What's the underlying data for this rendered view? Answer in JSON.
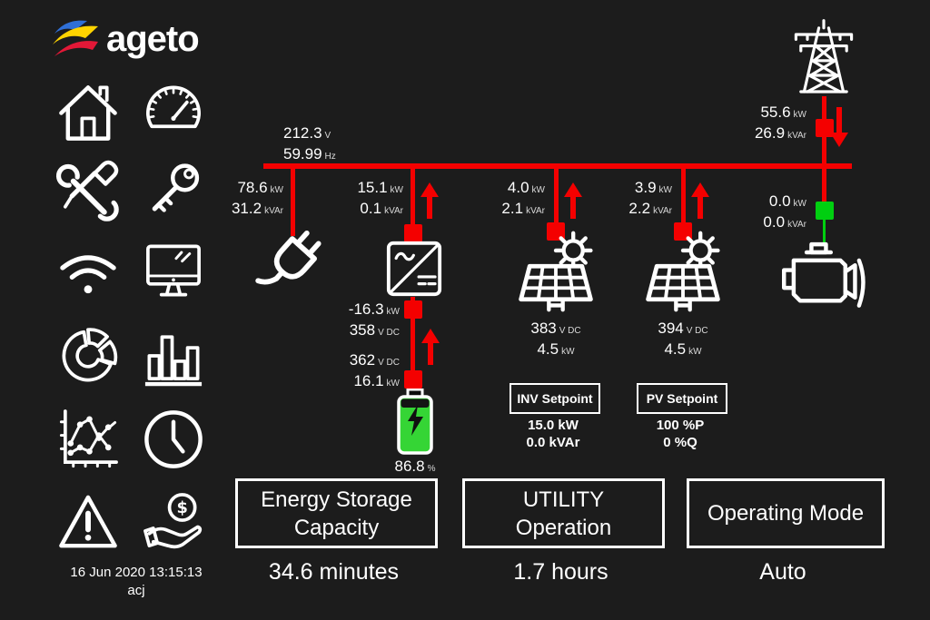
{
  "brand": {
    "name": "ageto"
  },
  "footer": {
    "timestamp": "16 Jun 2020 13:15:13",
    "user": "acj"
  },
  "sidebar": {
    "icons": [
      "home",
      "gauge",
      "tools",
      "key",
      "wifi",
      "monitor",
      "pie-chart",
      "bar-chart",
      "line-chart",
      "clock",
      "alarm",
      "revenue"
    ]
  },
  "diagram": {
    "bus": {
      "voltage": {
        "value": "212.3",
        "unit": "V"
      },
      "frequency": {
        "value": "59.99",
        "unit": "Hz"
      }
    },
    "load": {
      "p": {
        "value": "78.6",
        "unit": "kW"
      },
      "q": {
        "value": "31.2",
        "unit": "kVAr"
      },
      "icon": "plug-icon"
    },
    "inverter": {
      "p": {
        "value": "15.1",
        "unit": "kW"
      },
      "q": {
        "value": "0.1",
        "unit": "kVAr"
      },
      "dc_p_inv": {
        "value": "-16.3",
        "unit": "kW"
      },
      "dc_v_inv": {
        "value": "358",
        "unit": "V DC"
      },
      "dc_v_batt": {
        "value": "362",
        "unit": "V DC"
      },
      "dc_p_batt": {
        "value": "16.1",
        "unit": "kW"
      },
      "icon": "inverter-icon"
    },
    "battery": {
      "soc": {
        "value": "86.8",
        "unit": "%"
      },
      "icon": "battery-icon"
    },
    "pv1": {
      "p": {
        "value": "4.0",
        "unit": "kW"
      },
      "q": {
        "value": "2.1",
        "unit": "kVAr"
      },
      "vdc": {
        "value": "383",
        "unit": "V DC"
      },
      "pdc": {
        "value": "4.5",
        "unit": "kW"
      },
      "icon": "solar-panel-icon"
    },
    "pv2": {
      "p": {
        "value": "3.9",
        "unit": "kW"
      },
      "q": {
        "value": "2.2",
        "unit": "kVAr"
      },
      "vdc": {
        "value": "394",
        "unit": "V DC"
      },
      "pdc": {
        "value": "4.5",
        "unit": "kW"
      },
      "icon": "solar-panel-icon"
    },
    "utility": {
      "p": {
        "value": "55.6",
        "unit": "kW"
      },
      "q": {
        "value": "26.9",
        "unit": "kVAr"
      },
      "icon": "transmission-tower-icon"
    },
    "generator": {
      "p": {
        "value": "0.0",
        "unit": "kW"
      },
      "q": {
        "value": "0.0",
        "unit": "kVAr"
      },
      "icon": "engine-icon"
    }
  },
  "setpoints": {
    "inv": {
      "label": "INV Setpoint",
      "p": "15.0 kW",
      "q": "0.0 kVAr"
    },
    "pv": {
      "label": "PV Setpoint",
      "p": "100 %P",
      "q": "0 %Q"
    }
  },
  "cards": {
    "storage": {
      "title_line1": "Energy Storage",
      "title_line2": "Capacity",
      "value": "34.6 minutes"
    },
    "utility_op": {
      "title_line1": "UTILITY",
      "title_line2": "Operation",
      "value": "1.7 hours"
    },
    "mode": {
      "title_line1": "Operating Mode",
      "value": "Auto"
    }
  },
  "colors": {
    "background": "#1c1c1c",
    "bus_red": "#f40000",
    "breaker_closed": "#f40000",
    "breaker_open": "#00cf10",
    "battery_green": "#35d535",
    "logo_blue": "#2f6fd6",
    "logo_yellow": "#ffd400",
    "logo_red": "#e31837"
  }
}
